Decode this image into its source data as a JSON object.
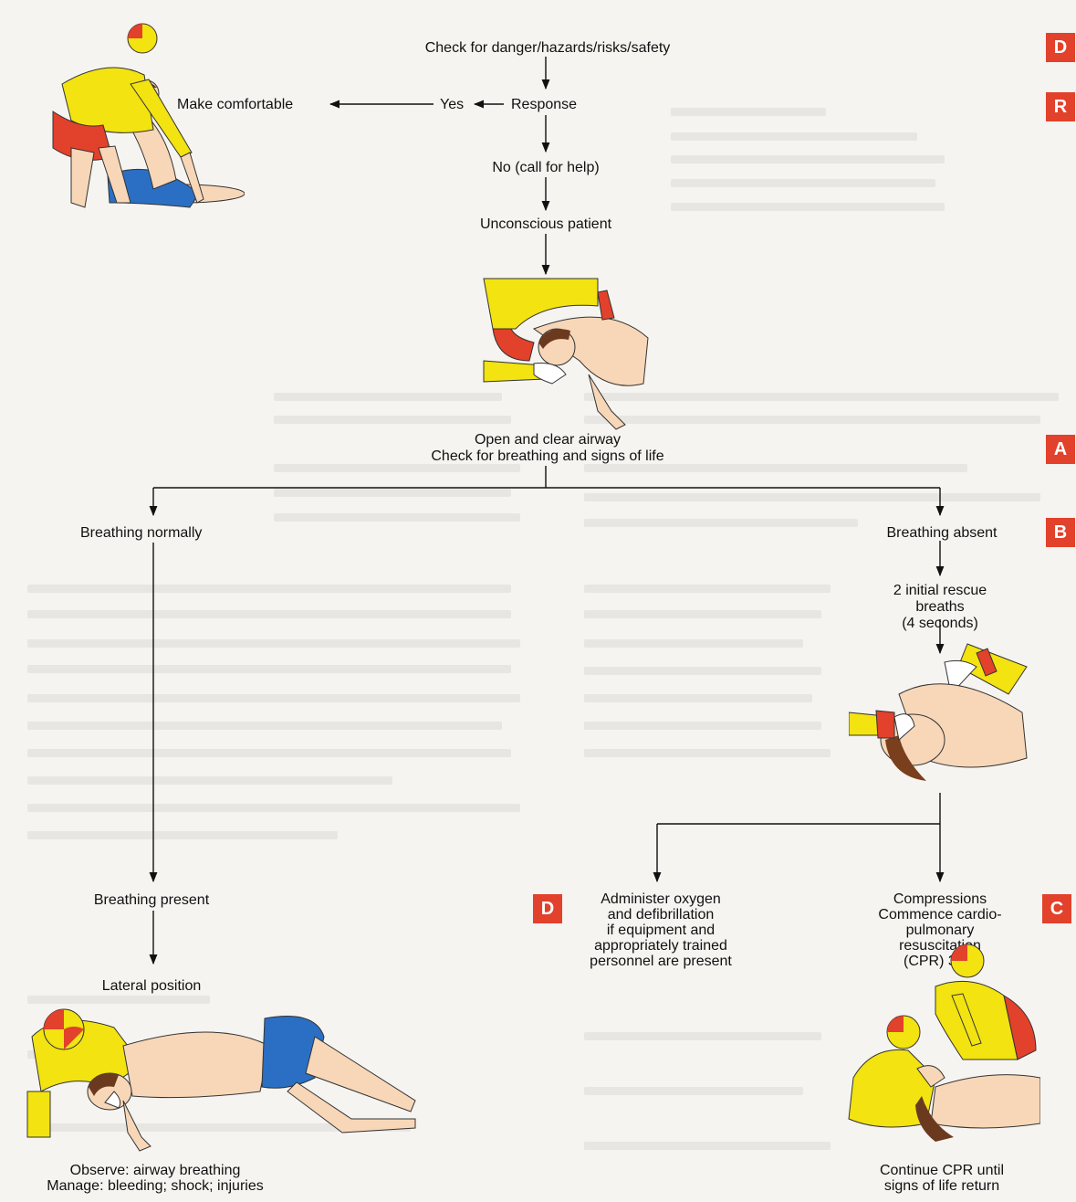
{
  "nodes": {
    "danger_check": "Check for danger/hazards/risks/safety",
    "response": "Response",
    "yes": "Yes",
    "make_comfortable": "Make comfortable",
    "no_call": "No (call for help)",
    "unconscious": "Unconscious patient",
    "airway": "Open and clear airway\nCheck for breathing and signs of life",
    "breathing_normally": "Breathing normally",
    "breathing_absent": "Breathing absent",
    "rescue_breaths": "2 initial rescue breaths\n(4 seconds)",
    "oxygen": "Administer oxygen\nand defibrillation\nif equipment and\nappropriately trained\npersonnel are present",
    "compressions": "Compressions\nCommence cardio-\npulmonary resuscitation\n(CPR) 30:2",
    "breathing_present": "Breathing present",
    "lateral": "Lateral position",
    "observe": "Observe: airway breathing\nManage: bleeding; shock; injuries",
    "continue_cpr": "Continue CPR until\nsigns of life return"
  },
  "badges": {
    "d_top": "D",
    "r": "R",
    "a": "A",
    "b": "B",
    "d_oxygen": "D",
    "c": "C"
  },
  "colors": {
    "badge": "#e2412b",
    "lifeguard_yellow": "#f2e311",
    "lifeguard_red": "#e2412b",
    "swimwear_blue": "#2a6fc4",
    "skin": "#f7d7b8"
  }
}
